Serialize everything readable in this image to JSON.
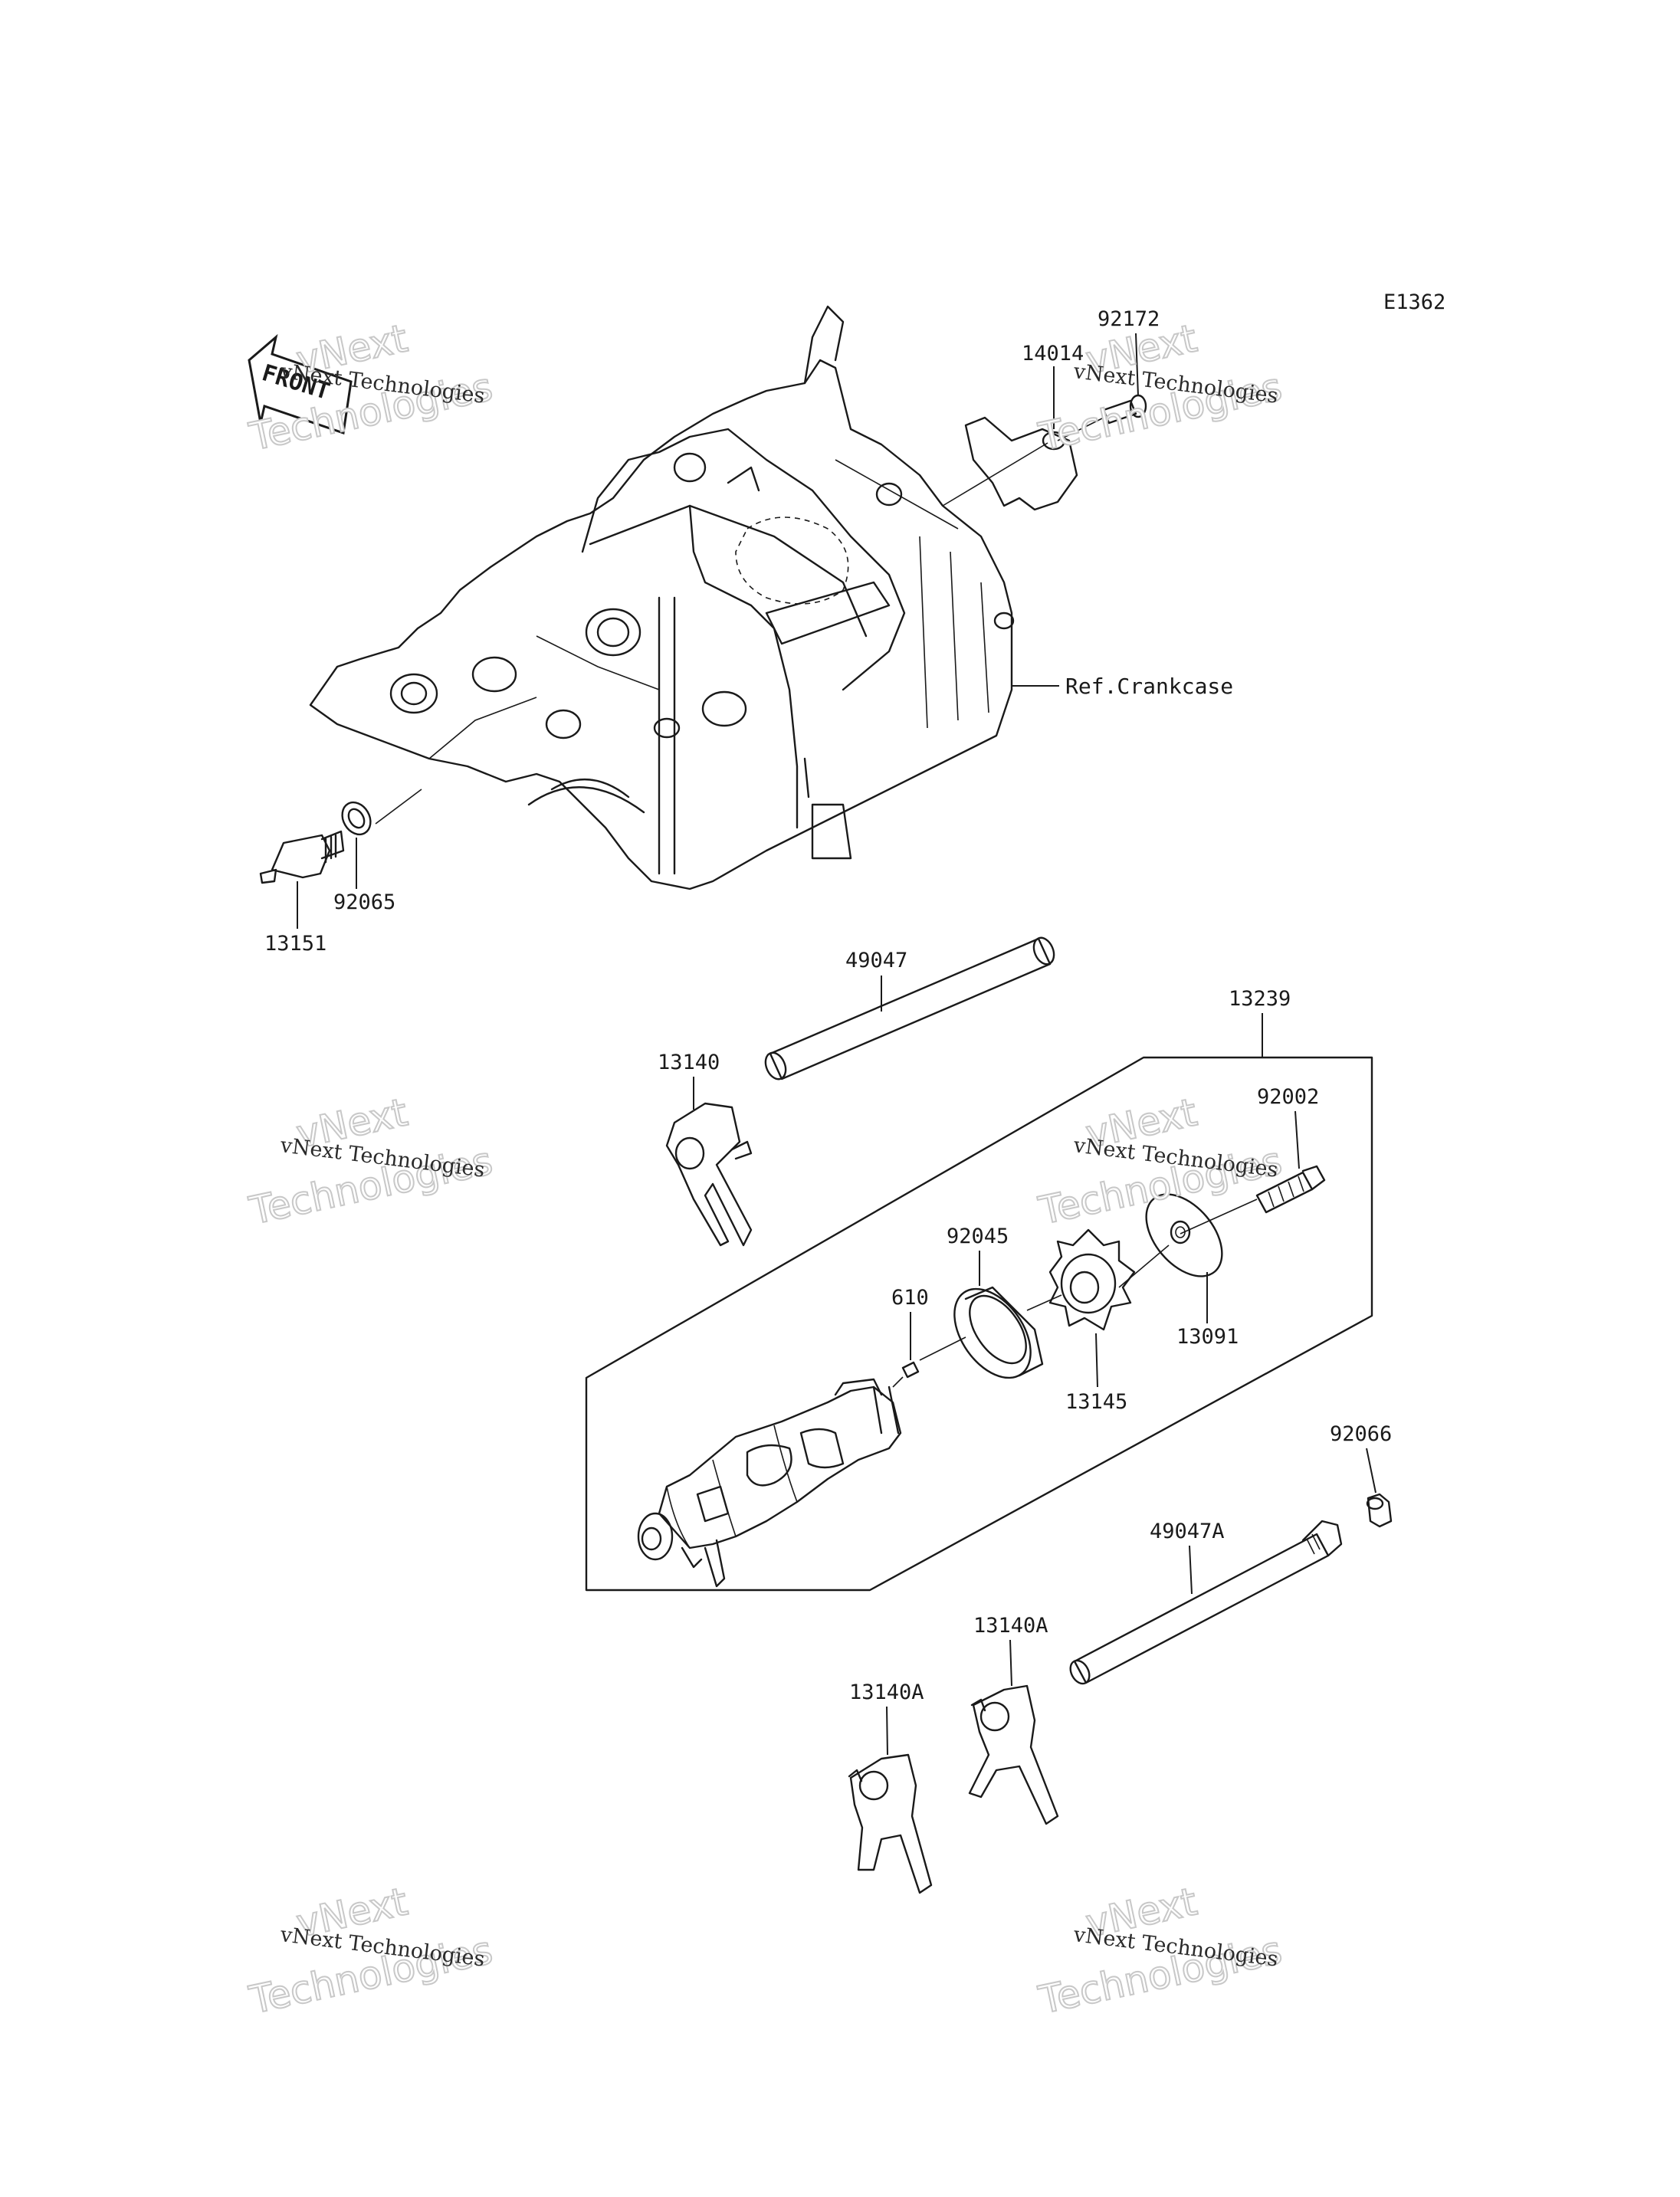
{
  "diagram_code": "E1362",
  "front_marker": "FRONT",
  "reference_note": "Ref.Crankcase",
  "watermark": {
    "line1": "vNext Technologies",
    "line2a": "vNext",
    "line2b": "Technologies"
  },
  "part_numbers": {
    "p92172": "92172",
    "p14014": "14014",
    "p92065": "92065",
    "p13151": "13151",
    "p49047": "49047",
    "p13239": "13239",
    "p13140": "13140",
    "p92002": "92002",
    "p92045": "92045",
    "p610": "610",
    "p13091": "13091",
    "p13145": "13145",
    "p92066": "92066",
    "p49047A": "49047A",
    "p13140A_1": "13140A",
    "p13140A_2": "13140A"
  }
}
